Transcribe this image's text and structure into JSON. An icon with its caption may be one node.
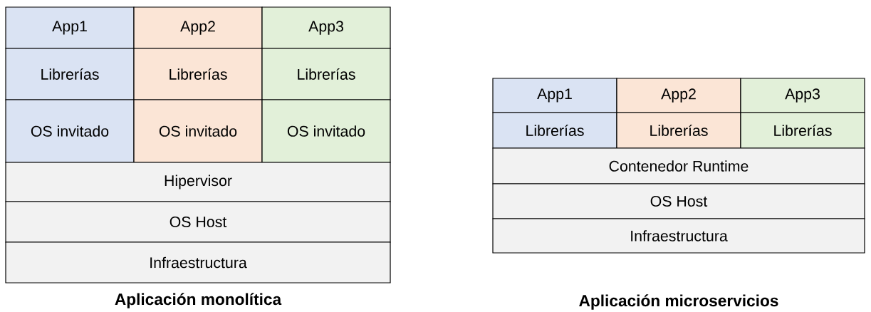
{
  "diagram": {
    "nodes": [
      {
        "text": [
          "App1"
        ]
      },
      {
        "text": [
          "App2"
        ]
      },
      {
        "text": [
          "App3"
        ]
      },
      {
        "text": [
          "Librerías"
        ]
      },
      {
        "text": [
          "Librerías"
        ]
      },
      {
        "text": [
          "Librerías"
        ]
      },
      {
        "text": [
          "OS invitado"
        ]
      },
      {
        "text": [
          "OS invitado"
        ]
      },
      {
        "text": [
          "OS invitado"
        ]
      },
      {
        "text": [
          "Hipervisor"
        ]
      },
      {
        "text": [
          "OS Host"
        ]
      },
      {
        "text": [
          "Infraestructura"
        ]
      },
      {
        "text": [
          "App1"
        ]
      },
      {
        "text": [
          "App2"
        ]
      },
      {
        "text": [
          "App3"
        ]
      },
      {
        "text": [
          "Librerías"
        ]
      },
      {
        "text": [
          "Librerías"
        ]
      },
      {
        "text": [
          "Librerías"
        ]
      },
      {
        "text": [
          "Contenedor Runtime"
        ]
      },
      {
        "text": [
          "OS Host"
        ]
      },
      {
        "text": [
          "Infraestructura"
        ]
      }
    ],
    "labels": [
      "Aplicación monolítica",
      "Aplicación microservicios"
    ]
  }
}
